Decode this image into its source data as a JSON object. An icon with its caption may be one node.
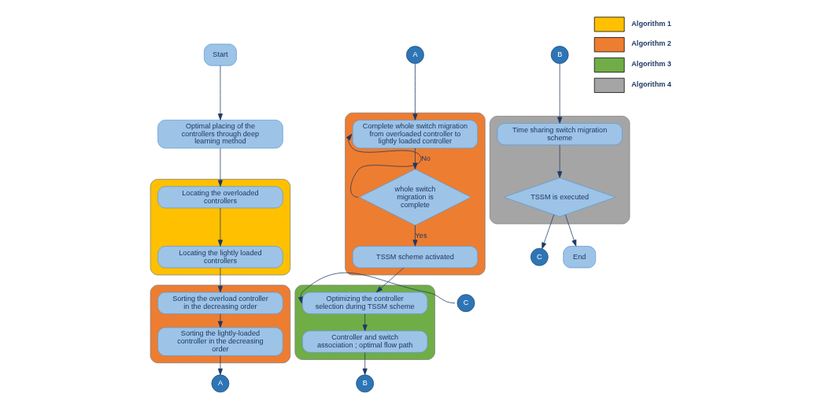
{
  "diagram": {
    "nodes": [
      {
        "text": [
          "Start"
        ]
      },
      {
        "text": [
          "Optimal placing of the controllers through deep learning method"
        ]
      },
      {
        "text": [],
        "shape": "box"
      },
      {
        "text": [
          "Locating the overloaded controllers"
        ],
        "in": 2
      },
      {
        "text": [
          "Locating the lightly loaded controllers"
        ],
        "in": 2
      },
      {
        "text": [],
        "shape": "box"
      },
      {
        "text": [
          "Sorting the overload controller in the decreasing order"
        ],
        "in": 5
      },
      {
        "text": [
          "Sorting the lightly-loaded controller in the decreasing order"
        ],
        "in": 5
      },
      {
        "text": [
          "A"
        ]
      },
      {
        "text": [
          "A"
        ]
      },
      {
        "text": [],
        "shape": "box"
      },
      {
        "text": [
          "Complete whole switch migration from overloaded controller to lightly loaded controller"
        ],
        "in": 10
      },
      {
        "text": [
          "whole switch migration is complete"
        ],
        "in": 10
      },
      {
        "text": [
          "TSSM scheme activated"
        ],
        "in": 10
      },
      {
        "text": [],
        "shape": "box"
      },
      {
        "text": [
          "Optimizing the controller selection during TSSM scheme"
        ],
        "in": 14
      },
      {
        "text": [
          "Controller and switch association ; optimal flow path"
        ],
        "in": 14
      },
      {
        "text": [
          "C"
        ]
      },
      {
        "text": [
          "B"
        ]
      },
      {
        "text": [
          "B"
        ]
      },
      {
        "text": [],
        "shape": "box"
      },
      {
        "text": [
          "Time sharing switch migration scheme"
        ],
        "in": 20
      },
      {
        "text": [
          "TSSM is executed"
        ],
        "in": 20
      },
      {
        "text": [
          "C"
        ]
      },
      {
        "text": [
          "End"
        ]
      }
    ],
    "edges": [
      {
        "from": 0,
        "to": 1,
        "arrow": "to"
      },
      {
        "from": 1,
        "to": 3,
        "arrow": "to"
      },
      {
        "from": 3,
        "to": 4,
        "arrow": "to"
      },
      {
        "from": 4,
        "to": 6,
        "arrow": "to"
      },
      {
        "from": 6,
        "to": 7,
        "arrow": "to"
      },
      {
        "from": 7,
        "to": 8,
        "arrow": "to"
      },
      {
        "from": 9,
        "to": 11,
        "arrow": "to"
      },
      {
        "from": 11,
        "to": 12,
        "arrow": "to"
      },
      {
        "from": 12,
        "to": 11,
        "arrow": "to",
        "label": "No"
      },
      {
        "from": 12,
        "to": 13,
        "arrow": "to",
        "label": "Yes"
      },
      {
        "from": 13,
        "to": 15,
        "arrow": "to"
      },
      {
        "from": 17,
        "to": 15,
        "arrow": "to"
      },
      {
        "from": 15,
        "to": 16,
        "arrow": "to"
      },
      {
        "from": 16,
        "to": 18,
        "arrow": "to"
      },
      {
        "from": 19,
        "to": 21,
        "arrow": "to"
      },
      {
        "from": 21,
        "to": 22,
        "arrow": "to"
      },
      {
        "from": 22,
        "to": 23,
        "arrow": "to"
      },
      {
        "from": 22,
        "to": 24,
        "arrow": "to"
      }
    ],
    "legend": [
      {
        "text": "Algorithm 1",
        "color": "#ffc000"
      },
      {
        "text": "Algorithm 2",
        "color": "#ed7d31"
      },
      {
        "text": "Algorithm 3",
        "color": "#70ad47"
      },
      {
        "text": "Algorithm 4",
        "color": "#a5a5a5"
      }
    ]
  }
}
